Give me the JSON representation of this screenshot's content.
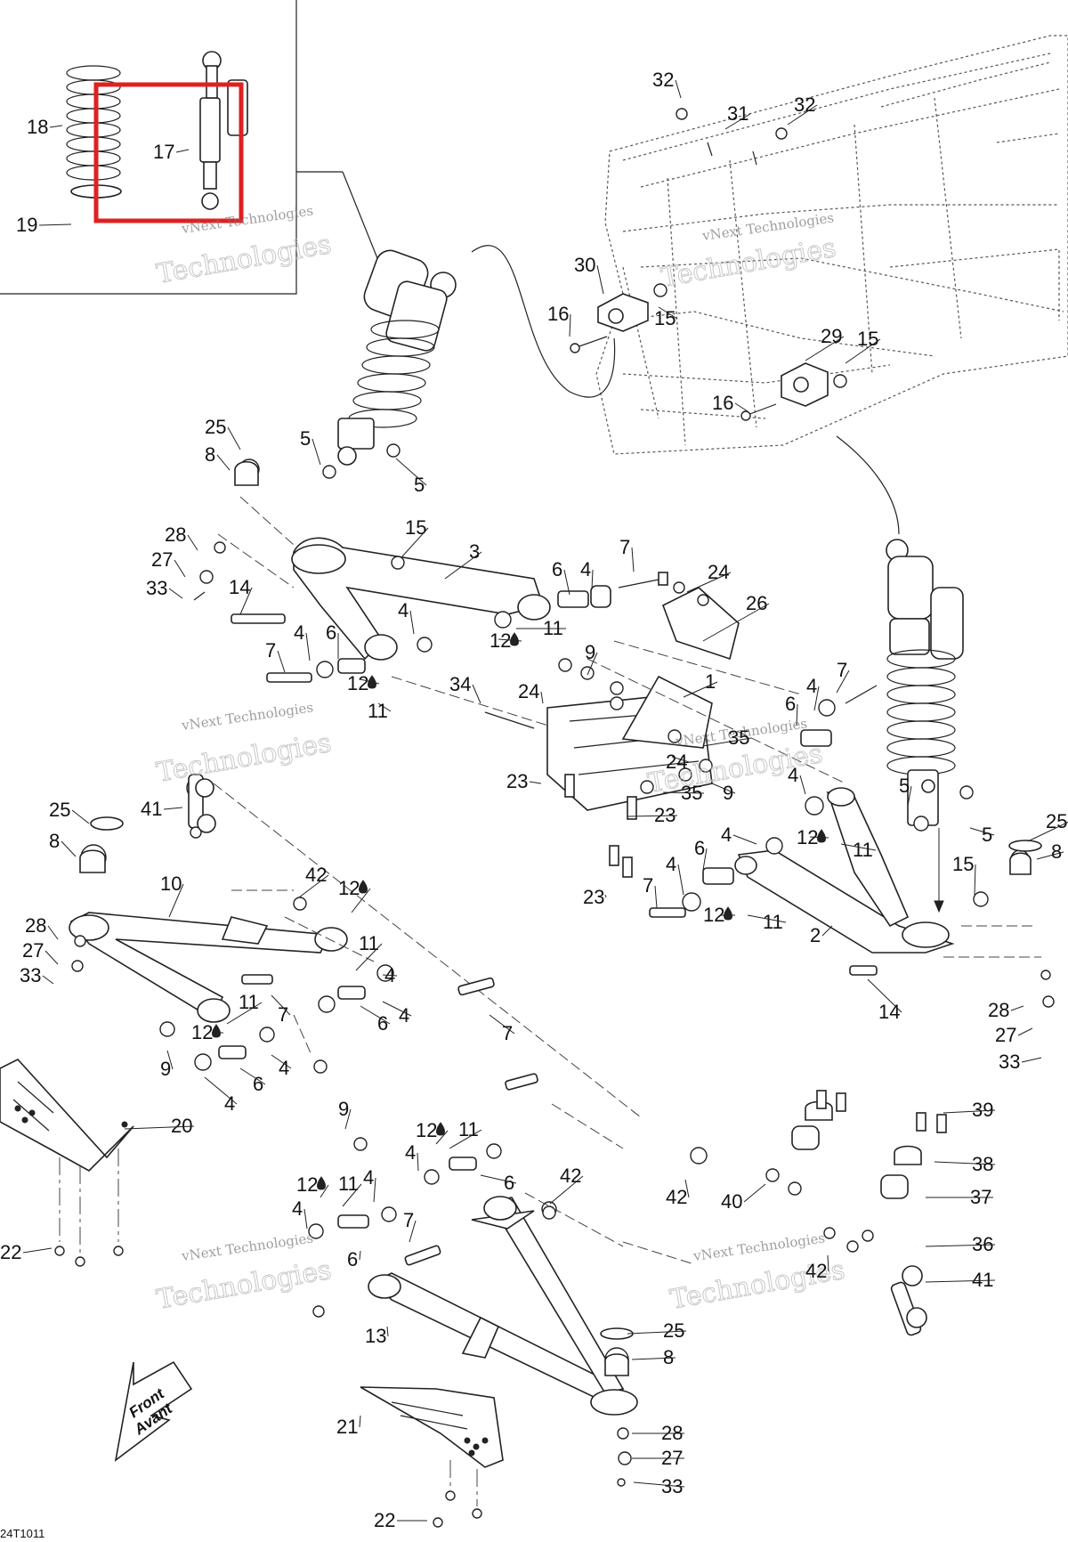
{
  "watermark": {
    "line1": "vNext Technologies",
    "line2": "Technologies"
  },
  "front_label": {
    "line1": "Front",
    "line2": "Avant"
  },
  "figure_number": "24T1011",
  "highlight_color": "#e02020",
  "callouts": [
    {
      "id": "c18",
      "text": "18"
    },
    {
      "id": "c17",
      "text": "17"
    },
    {
      "id": "c19",
      "text": "19"
    },
    {
      "id": "c32a",
      "text": "32"
    },
    {
      "id": "c31",
      "text": "31"
    },
    {
      "id": "c32b",
      "text": "32"
    },
    {
      "id": "c30",
      "text": "30"
    },
    {
      "id": "c16a",
      "text": "16"
    },
    {
      "id": "c15a",
      "text": "15"
    },
    {
      "id": "c29",
      "text": "29"
    },
    {
      "id": "c15b",
      "text": "15"
    },
    {
      "id": "c16b",
      "text": "16"
    },
    {
      "id": "c25a",
      "text": "25"
    },
    {
      "id": "c8a",
      "text": "8"
    },
    {
      "id": "c5a",
      "text": "5"
    },
    {
      "id": "c5b",
      "text": "5"
    },
    {
      "id": "c28a",
      "text": "28"
    },
    {
      "id": "c15c",
      "text": "15"
    },
    {
      "id": "c3",
      "text": "3"
    },
    {
      "id": "c27a",
      "text": "27"
    },
    {
      "id": "c33a",
      "text": "33"
    },
    {
      "id": "c14a",
      "text": "14"
    },
    {
      "id": "c6a",
      "text": "6"
    },
    {
      "id": "c4a",
      "text": "4"
    },
    {
      "id": "c7a",
      "text": "7"
    },
    {
      "id": "c24a",
      "text": "24"
    },
    {
      "id": "c26",
      "text": "26"
    },
    {
      "id": "c4b",
      "text": "4"
    },
    {
      "id": "c11a",
      "text": "11"
    },
    {
      "id": "c12a",
      "text": "12"
    },
    {
      "id": "c7b",
      "text": "7"
    },
    {
      "id": "c4c",
      "text": "4"
    },
    {
      "id": "c6b",
      "text": "6"
    },
    {
      "id": "c12b",
      "text": "12"
    },
    {
      "id": "c11b",
      "text": "11"
    },
    {
      "id": "c9a",
      "text": "9"
    },
    {
      "id": "c1",
      "text": "1"
    },
    {
      "id": "c34",
      "text": "34"
    },
    {
      "id": "c24b",
      "text": "24"
    },
    {
      "id": "c4d",
      "text": "4"
    },
    {
      "id": "c7c",
      "text": "7"
    },
    {
      "id": "c6c",
      "text": "6"
    },
    {
      "id": "c35a",
      "text": "35"
    },
    {
      "id": "c24c",
      "text": "24"
    },
    {
      "id": "c23a",
      "text": "23"
    },
    {
      "id": "c35b",
      "text": "35"
    },
    {
      "id": "c9b",
      "text": "9"
    },
    {
      "id": "c23b",
      "text": "23"
    },
    {
      "id": "c4e",
      "text": "4"
    },
    {
      "id": "c5c",
      "text": "5"
    },
    {
      "id": "c5d",
      "text": "5"
    },
    {
      "id": "c25b",
      "text": "25"
    },
    {
      "id": "c41a",
      "text": "41"
    },
    {
      "id": "c25c",
      "text": "25"
    },
    {
      "id": "c8b",
      "text": "8"
    },
    {
      "id": "c12c",
      "text": "12"
    },
    {
      "id": "c11c",
      "text": "11"
    },
    {
      "id": "c4f",
      "text": "4"
    },
    {
      "id": "c8c",
      "text": "8"
    },
    {
      "id": "c6d",
      "text": "6"
    },
    {
      "id": "c15d",
      "text": "15"
    },
    {
      "id": "c42a",
      "text": "42"
    },
    {
      "id": "c10",
      "text": "10"
    },
    {
      "id": "c12d",
      "text": "12"
    },
    {
      "id": "c4g",
      "text": "4"
    },
    {
      "id": "c23c",
      "text": "23"
    },
    {
      "id": "c7d",
      "text": "7"
    },
    {
      "id": "c12e",
      "text": "12"
    },
    {
      "id": "c11d",
      "text": "11"
    },
    {
      "id": "c2",
      "text": "2"
    },
    {
      "id": "c28b",
      "text": "28"
    },
    {
      "id": "c11e",
      "text": "11"
    },
    {
      "id": "c27b",
      "text": "27"
    },
    {
      "id": "c33b",
      "text": "33"
    },
    {
      "id": "c4h",
      "text": "4"
    },
    {
      "id": "c14b",
      "text": "14"
    },
    {
      "id": "c4i",
      "text": "4"
    },
    {
      "id": "c6e",
      "text": "6"
    },
    {
      "id": "c11f",
      "text": "11"
    },
    {
      "id": "c7e",
      "text": "7"
    },
    {
      "id": "c28c",
      "text": "28"
    },
    {
      "id": "c12f",
      "text": "12"
    },
    {
      "id": "c27c",
      "text": "27"
    },
    {
      "id": "c9c",
      "text": "9"
    },
    {
      "id": "c6f",
      "text": "6"
    },
    {
      "id": "c4j",
      "text": "4"
    },
    {
      "id": "c33c",
      "text": "33"
    },
    {
      "id": "c4k",
      "text": "4"
    },
    {
      "id": "c7f",
      "text": "7"
    },
    {
      "id": "c9d",
      "text": "9"
    },
    {
      "id": "c39",
      "text": "39"
    },
    {
      "id": "c20",
      "text": "20"
    },
    {
      "id": "c12g",
      "text": "12"
    },
    {
      "id": "c11g",
      "text": "11"
    },
    {
      "id": "c38",
      "text": "38"
    },
    {
      "id": "c4l",
      "text": "4"
    },
    {
      "id": "c6g",
      "text": "6"
    },
    {
      "id": "c42b",
      "text": "42"
    },
    {
      "id": "c40",
      "text": "40"
    },
    {
      "id": "c37",
      "text": "37"
    },
    {
      "id": "c12h",
      "text": "12"
    },
    {
      "id": "c11h",
      "text": "11"
    },
    {
      "id": "c4m",
      "text": "4"
    },
    {
      "id": "c42c",
      "text": "42"
    },
    {
      "id": "c4n",
      "text": "4"
    },
    {
      "id": "c22a",
      "text": "22"
    },
    {
      "id": "c7g",
      "text": "7"
    },
    {
      "id": "c6h",
      "text": "6"
    },
    {
      "id": "c36",
      "text": "36"
    },
    {
      "id": "c42d",
      "text": "42"
    },
    {
      "id": "c41b",
      "text": "41"
    },
    {
      "id": "c13",
      "text": "13"
    },
    {
      "id": "c25d",
      "text": "25"
    },
    {
      "id": "c8d",
      "text": "8"
    },
    {
      "id": "c21",
      "text": "21"
    },
    {
      "id": "c28d",
      "text": "28"
    },
    {
      "id": "c27d",
      "text": "27"
    },
    {
      "id": "c33d",
      "text": "33"
    },
    {
      "id": "c22b",
      "text": "22"
    }
  ]
}
